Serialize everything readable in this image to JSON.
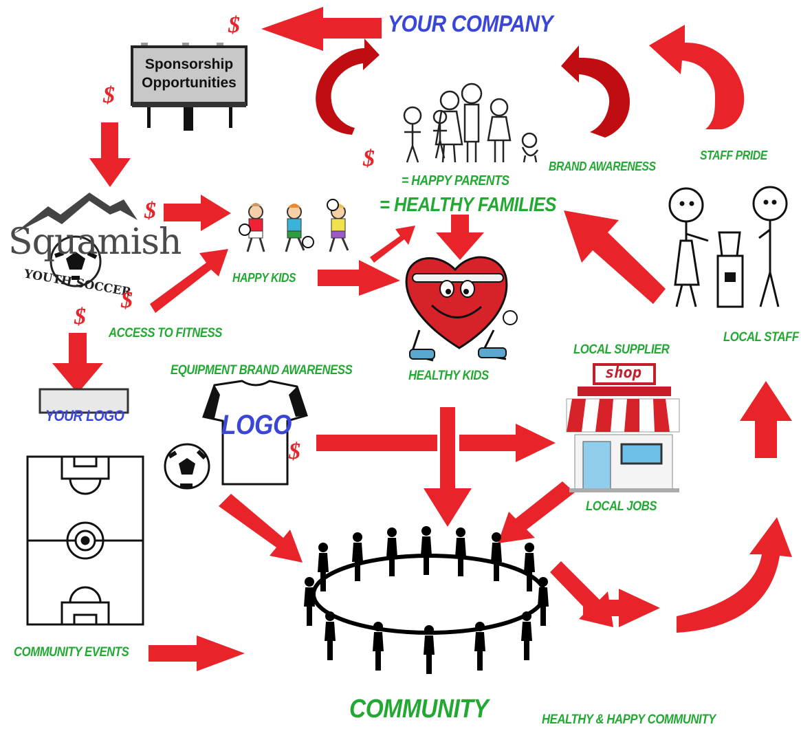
{
  "title": "YOUR COMPANY",
  "billboard": {
    "line1": "Sponsorship",
    "line2": "Opportunities"
  },
  "logo": {
    "line1": "Squamish",
    "line2": "YOUTH SOCCER"
  },
  "field_sign": "YOUR LOGO",
  "shirt_logo": "LOGO",
  "shop_sign": "shop",
  "dollar_sign": "$",
  "labels": {
    "happy_parents": "= HAPPY PARENTS",
    "healthy_families": "= HEALTHY FAMILIES",
    "brand_awareness": "BRAND AWARENESS",
    "staff_pride": "STAFF PRIDE",
    "happy_kids": "HAPPY KIDS",
    "access_to_fitness": "ACCESS TO FITNESS",
    "equipment_brand_awareness": "EQUIPMENT BRAND AWARENESS",
    "healthy_kids": "HEALTHY KIDS",
    "local_supplier": "LOCAL SUPPLIER",
    "local_jobs": "LOCAL JOBS",
    "local_staff": "LOCAL STAFF",
    "community_events": "COMMUNITY EVENTS",
    "community": "COMMUNITY",
    "healthy_happy_community": "HEALTHY & HAPPY COMMUNITY"
  },
  "colors": {
    "arrow_red": "#e8242a",
    "dark_red": "#c00d12",
    "label_green": "#22a833",
    "title_blue": "#3a46d6"
  }
}
